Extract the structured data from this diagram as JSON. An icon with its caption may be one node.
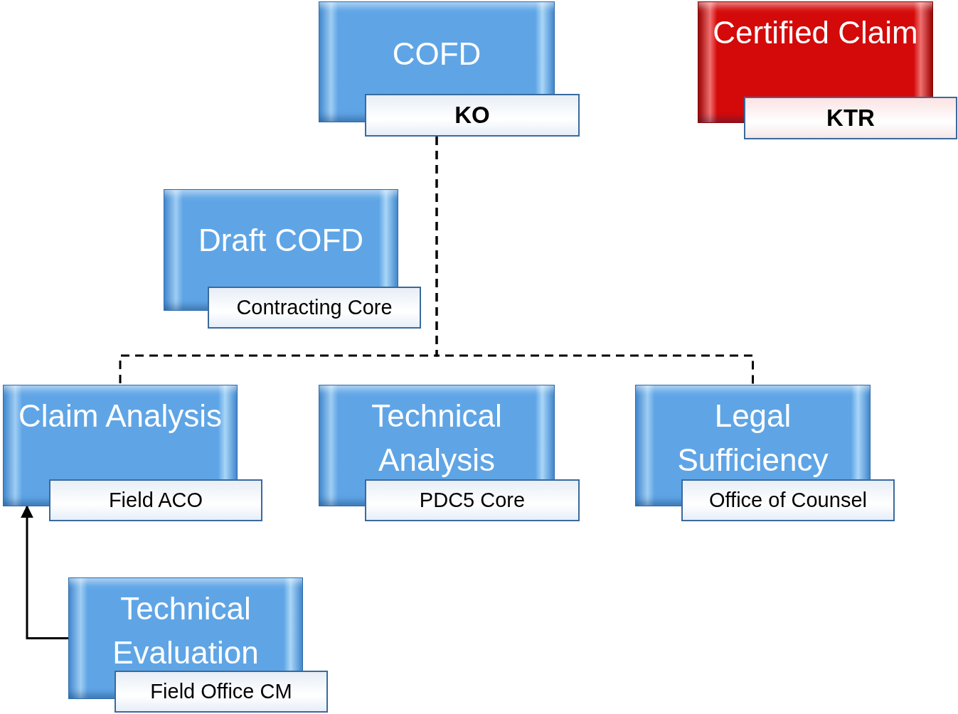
{
  "diagram": {
    "nodes": [
      {
        "text": [
          "COFD",
          "KO"
        ]
      },
      {
        "text": [
          "Certified Claim",
          "KTR"
        ]
      },
      {
        "text": [
          "Draft COFD",
          "Contracting Core"
        ]
      },
      {
        "text": [
          "Claim Analysis",
          "Field ACO"
        ]
      },
      {
        "text": [
          "Technical Analysis",
          "PDC5 Core"
        ]
      },
      {
        "text": [
          "Legal Sufficiency",
          "Office of Counsel"
        ]
      },
      {
        "text": [
          "Technical Evaluation",
          "Field Office CM"
        ]
      }
    ],
    "edges": [
      {
        "from": 0,
        "to": 3,
        "arrow": "none",
        "style": "dashed"
      },
      {
        "from": 0,
        "to": 5,
        "arrow": "none",
        "style": "dashed"
      },
      {
        "from": 6,
        "to": 3,
        "arrow": "to"
      }
    ]
  }
}
